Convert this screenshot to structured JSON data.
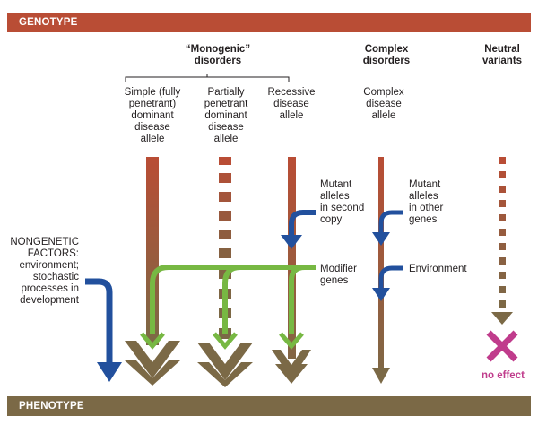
{
  "bars": {
    "genotype": "GENOTYPE",
    "phenotype": "PHENOTYPE"
  },
  "groups": {
    "monogenic_line1": "“Monogenic”",
    "monogenic_line2": "disorders",
    "complex_line1": "Complex",
    "complex_line2": "disorders",
    "neutral_line1": "Neutral",
    "neutral_line2": "variants"
  },
  "columns": {
    "simple": [
      "Simple (fully",
      "penetrant)",
      "dominant",
      "disease",
      "allele"
    ],
    "partial": [
      "Partially",
      "penetrant",
      "dominant",
      "disease",
      "allele"
    ],
    "recessive": [
      "Recessive",
      "disease",
      "allele"
    ],
    "complex": [
      "Complex",
      "disease",
      "allele"
    ]
  },
  "side_labels": {
    "mutant_second_copy": [
      "Mutant",
      "alleles",
      "in second",
      "copy"
    ],
    "mutant_other_genes": [
      "Mutant",
      "alleles",
      "in other",
      "genes"
    ],
    "modifier_genes": [
      "Modifier",
      "genes"
    ],
    "environment": "Environment",
    "nongenetic": [
      "NONGENETIC",
      "FACTORS:",
      "environment;",
      "stochastic",
      "processes in",
      "development"
    ]
  },
  "no_effect": "no effect",
  "colors": {
    "genotype_bar": "#b94d35",
    "phenotype_bar": "#7b6946",
    "green_arrow": "#77b843",
    "blue_arrow": "#22509d",
    "no_effect": "#c03c8c"
  }
}
